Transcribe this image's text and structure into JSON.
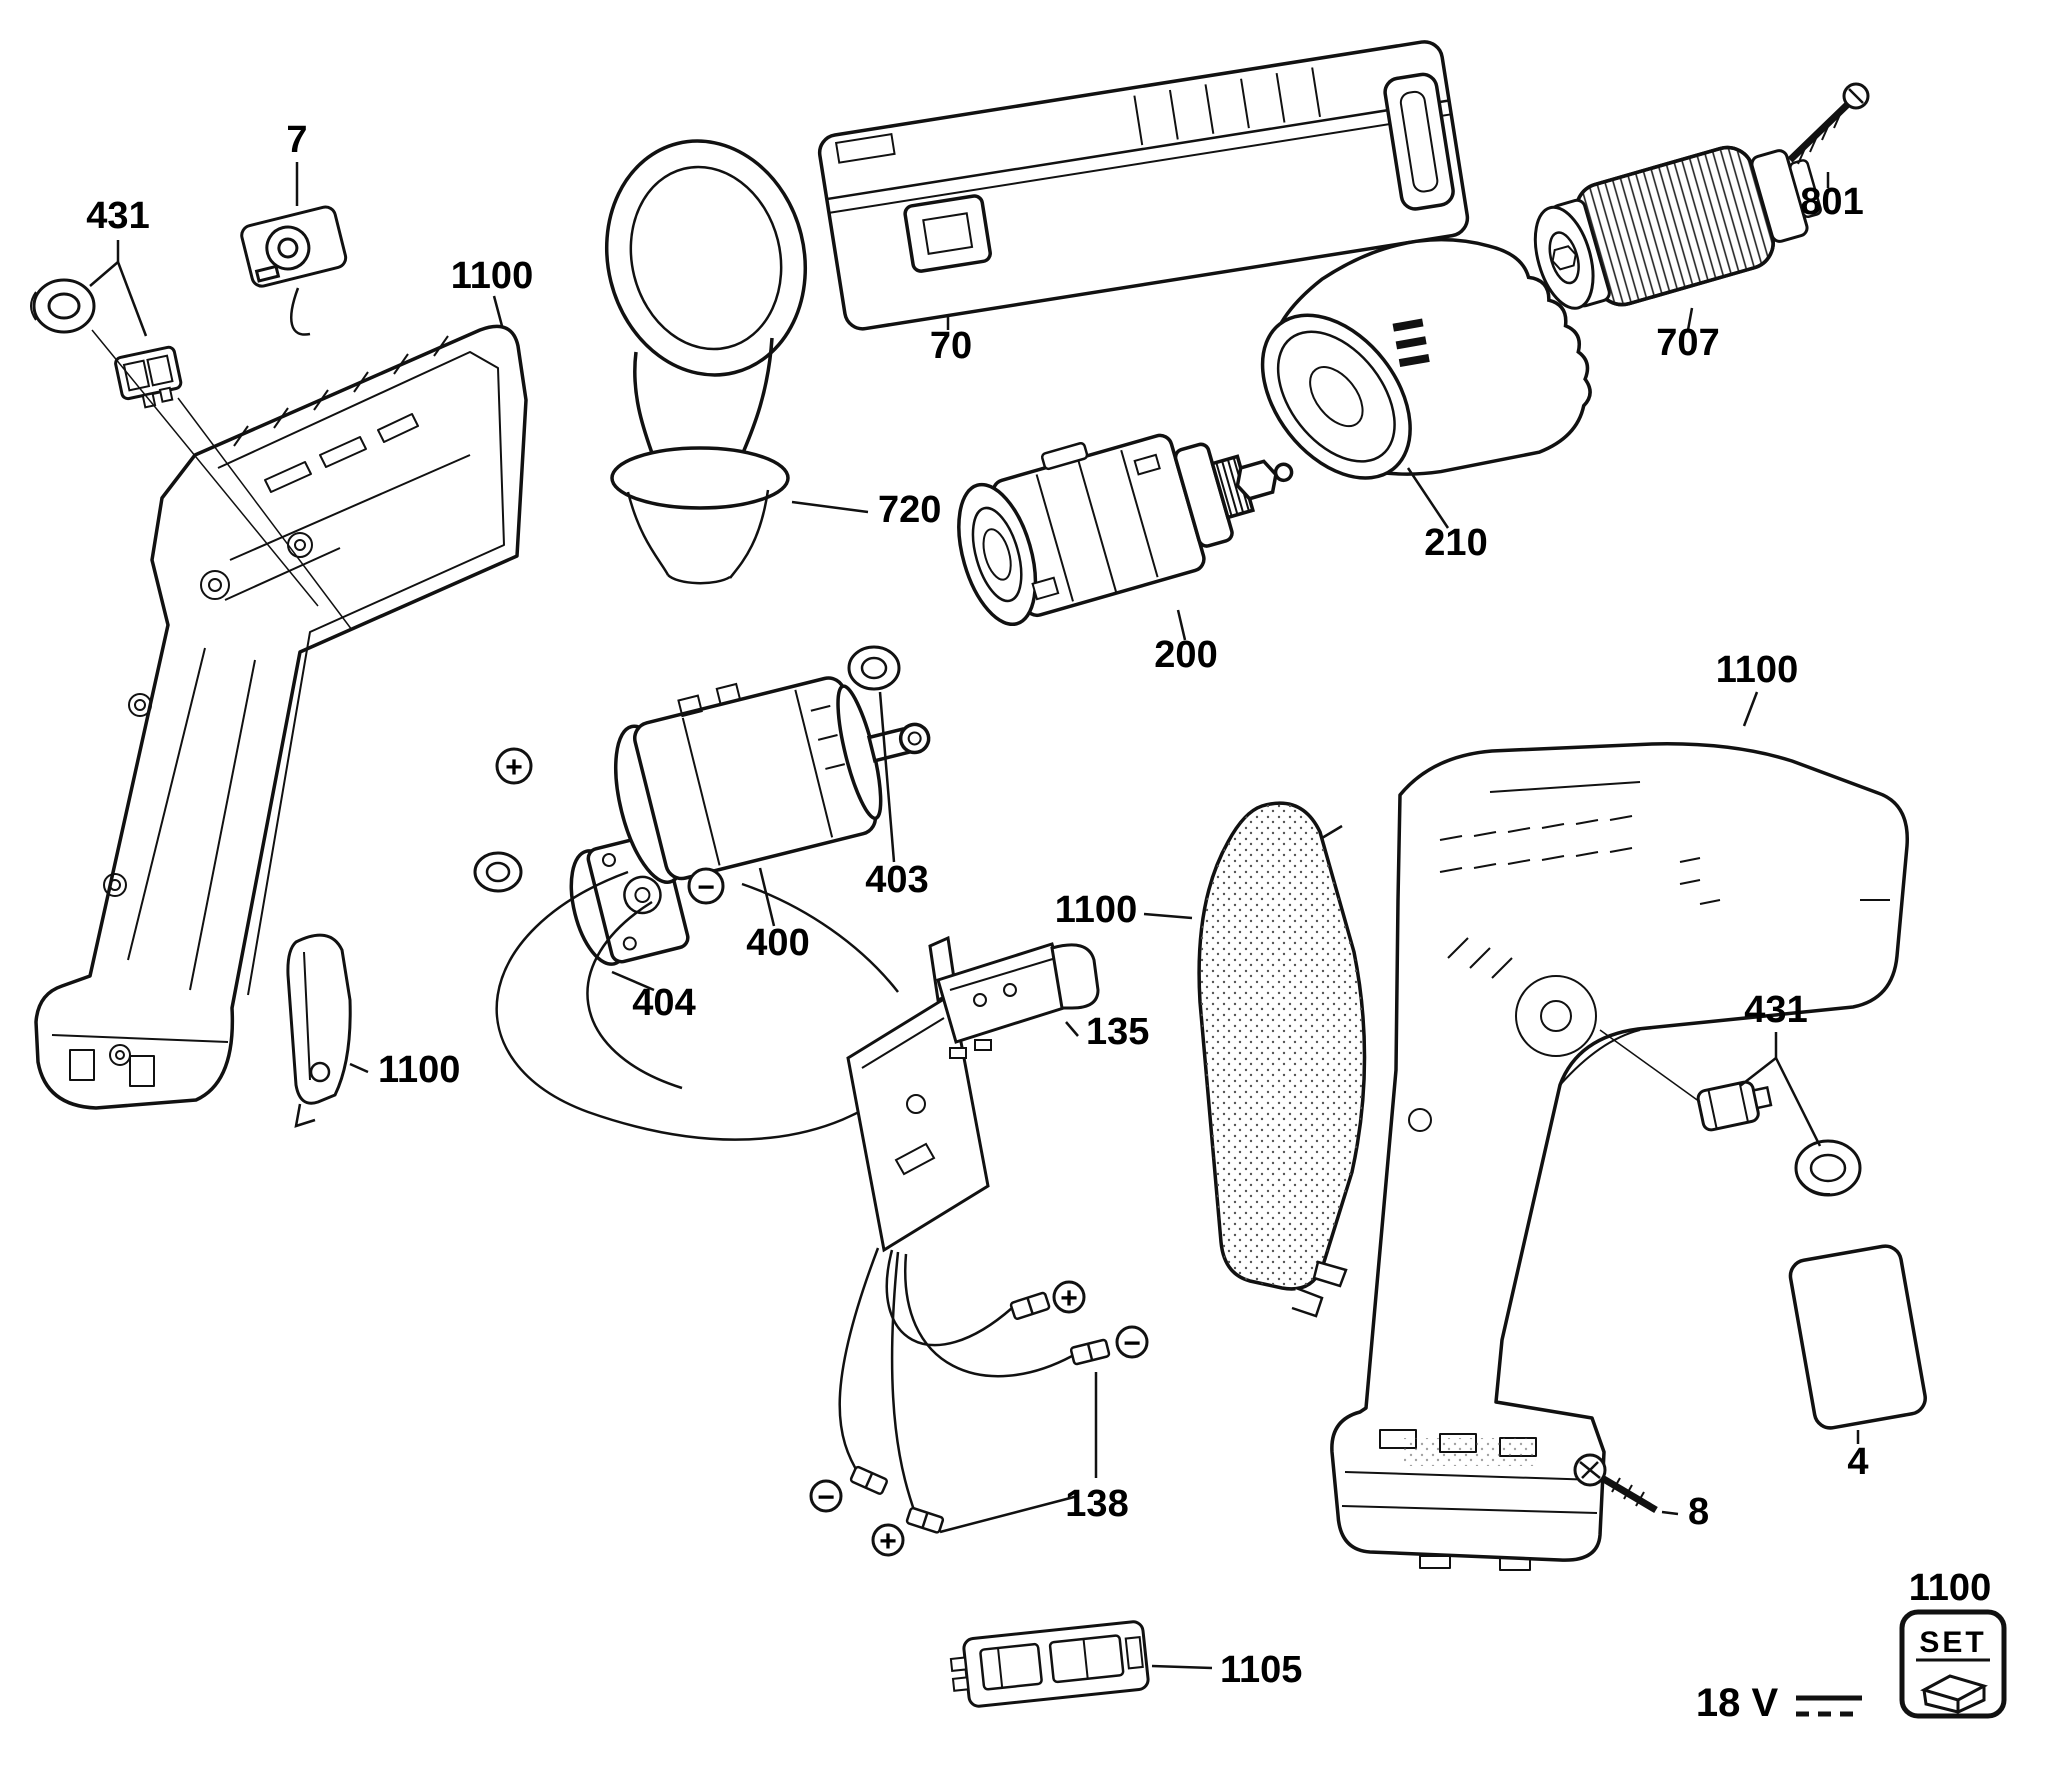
{
  "document": {
    "type": "exploded-parts-diagram",
    "product": "18V cordless drill"
  },
  "colors": {
    "ink": "#111111",
    "background": "#ffffff"
  },
  "polarity": {
    "plus": "+",
    "minus": "−"
  },
  "parts": [
    {
      "number": "431",
      "name": "fastener-kit-left"
    },
    {
      "number": "7",
      "name": "switch-button"
    },
    {
      "number": "1100",
      "name": "housing-left"
    },
    {
      "number": "70",
      "name": "carrying-case"
    },
    {
      "number": "720",
      "name": "funnel"
    },
    {
      "number": "801",
      "name": "chuck-screw"
    },
    {
      "number": "707",
      "name": "chuck"
    },
    {
      "number": "210",
      "name": "clutch-collar"
    },
    {
      "number": "200",
      "name": "gearbox"
    },
    {
      "number": "403",
      "name": "grommet"
    },
    {
      "number": "400",
      "name": "motor"
    },
    {
      "number": "404",
      "name": "motor-mount"
    },
    {
      "number": "1100",
      "name": "grip-cover"
    },
    {
      "number": "135",
      "name": "switch-assembly"
    },
    {
      "number": "1100",
      "name": "lock-lever"
    },
    {
      "number": "1100",
      "name": "housing-right"
    },
    {
      "number": "431",
      "name": "fastener-kit-right"
    },
    {
      "number": "4",
      "name": "name-plate"
    },
    {
      "number": "8",
      "name": "housing-screw"
    },
    {
      "number": "138",
      "name": "wiring-set"
    },
    {
      "number": "1105",
      "name": "terminal-block"
    },
    {
      "number": "1100",
      "name": "tool-set-badge"
    }
  ],
  "footer": {
    "voltage_label": "18 V",
    "set_label": "SET"
  }
}
